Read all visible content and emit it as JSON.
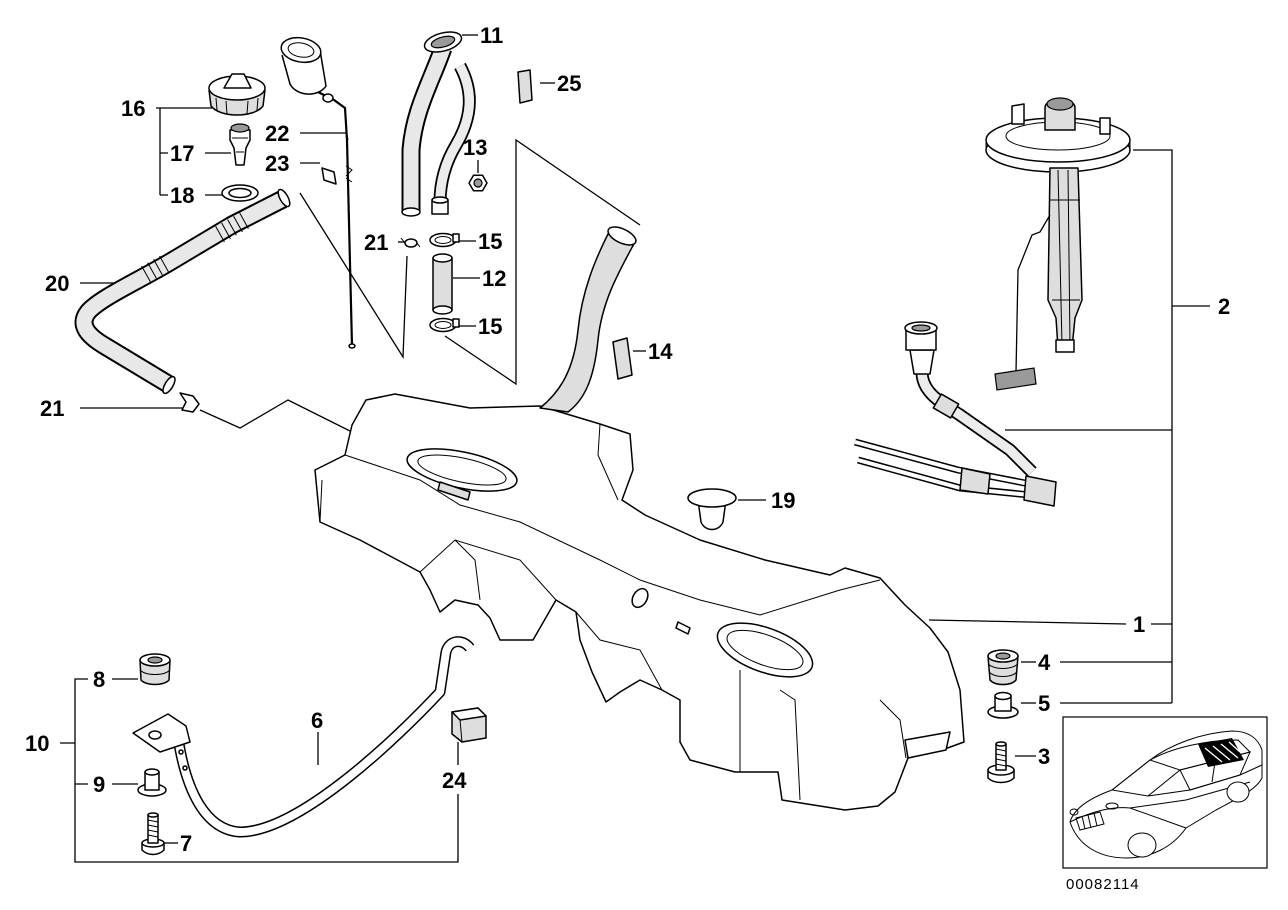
{
  "diagram": {
    "callouts": [
      "11",
      "25",
      "16",
      "22",
      "13",
      "17",
      "23",
      "18",
      "21",
      "15",
      "12",
      "20",
      "15",
      "14",
      "2",
      "21",
      "19",
      "1",
      "4",
      "8",
      "5",
      "6",
      "10",
      "3",
      "9",
      "24",
      "7"
    ],
    "reference_number": "00082114"
  },
  "colors": {
    "line": "#000000",
    "background": "#ffffff",
    "shading": "#dedede"
  }
}
